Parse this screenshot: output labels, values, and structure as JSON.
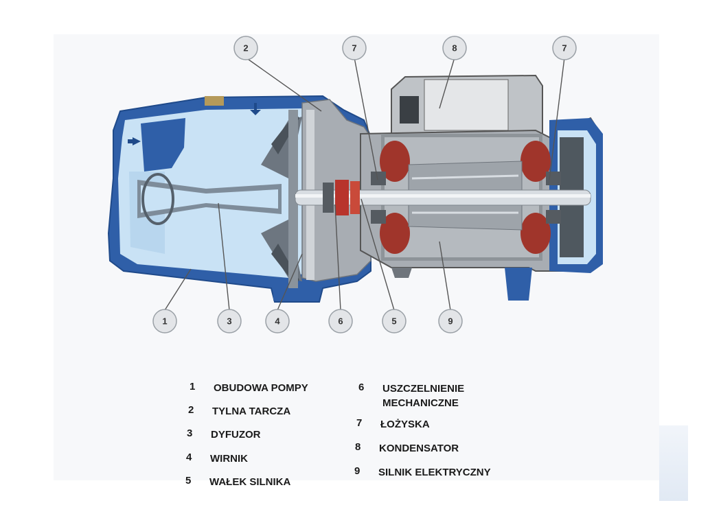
{
  "callouts": [
    {
      "id": "2",
      "label": "2"
    },
    {
      "id": "7a",
      "label": "7"
    },
    {
      "id": "8",
      "label": "8"
    },
    {
      "id": "7b",
      "label": "7"
    },
    {
      "id": "1",
      "label": "1"
    },
    {
      "id": "3",
      "label": "3"
    },
    {
      "id": "4",
      "label": "4"
    },
    {
      "id": "6",
      "label": "6"
    },
    {
      "id": "5",
      "label": "5"
    },
    {
      "id": "9",
      "label": "9"
    }
  ],
  "legend": {
    "left": [
      {
        "num": "1",
        "label": "OBUDOWA POMPY"
      },
      {
        "num": "2",
        "label": "TYLNA TARCZA"
      },
      {
        "num": "3",
        "label": "DYFUZOR"
      },
      {
        "num": "4",
        "label": "WIRNIK"
      },
      {
        "num": "5",
        "label": "WAŁEK SILNIKA"
      }
    ],
    "right": [
      {
        "num": "6",
        "label": "USZCZELNIENIE",
        "label2": "MECHANICZNE"
      },
      {
        "num": "7",
        "label": "ŁOŻYSKA"
      },
      {
        "num": "8",
        "label": "KONDENSATOR"
      },
      {
        "num": "9",
        "label": "SILNIK ELEKTRYCZNY"
      }
    ]
  },
  "colors": {
    "housing": "#2f5fa8",
    "housing_dark": "#1f4a8a",
    "water": "#c9e2f5",
    "motor_grey": "#a8adb3",
    "motor_dark": "#6f757c",
    "winding": "#a0352b",
    "shaft": "#d8dde2"
  }
}
